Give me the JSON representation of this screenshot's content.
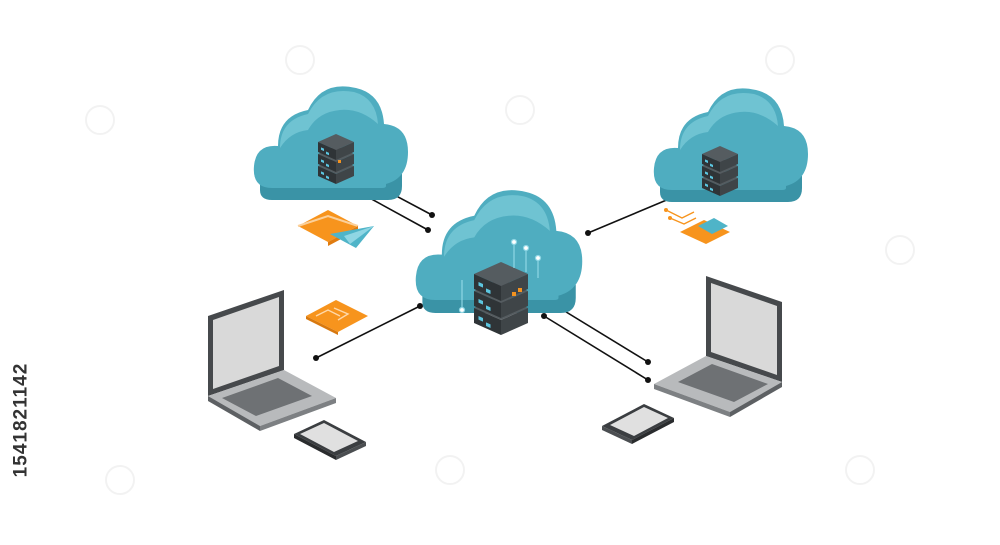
{
  "stock_id": "1541821142",
  "colors": {
    "cloud_top": "#6fc3d2",
    "cloud_body": "#4fadc0",
    "cloud_side": "#3a93a6",
    "server_dark": "#2f3437",
    "server_mid": "#3f4548",
    "led_blue": "#5cc6e0",
    "led_orange": "#f39320",
    "laptop_frame": "#46494c",
    "laptop_screen": "#d9d9d9",
    "laptop_base": "#9b9d9f",
    "connector": "#111111",
    "accent_orange": "#f7941d",
    "accent_teal": "#4fb4c8"
  },
  "nodes": [
    {
      "id": "central-cloud",
      "icon": "cloud-server-hub-icon"
    },
    {
      "id": "top-left-cloud",
      "icon": "cloud-server-icon"
    },
    {
      "id": "top-right-cloud",
      "icon": "cloud-server-icon"
    },
    {
      "id": "left-laptop",
      "icon": "laptop-icon"
    },
    {
      "id": "right-laptop",
      "icon": "laptop-icon"
    },
    {
      "id": "left-phone",
      "icon": "smartphone-icon"
    },
    {
      "id": "right-phone",
      "icon": "smartphone-icon"
    },
    {
      "id": "mail-envelope",
      "icon": "envelope-icon"
    },
    {
      "id": "data-chip-left",
      "icon": "circuit-tile-icon"
    },
    {
      "id": "data-chip-right",
      "icon": "circuit-tile-icon"
    }
  ]
}
